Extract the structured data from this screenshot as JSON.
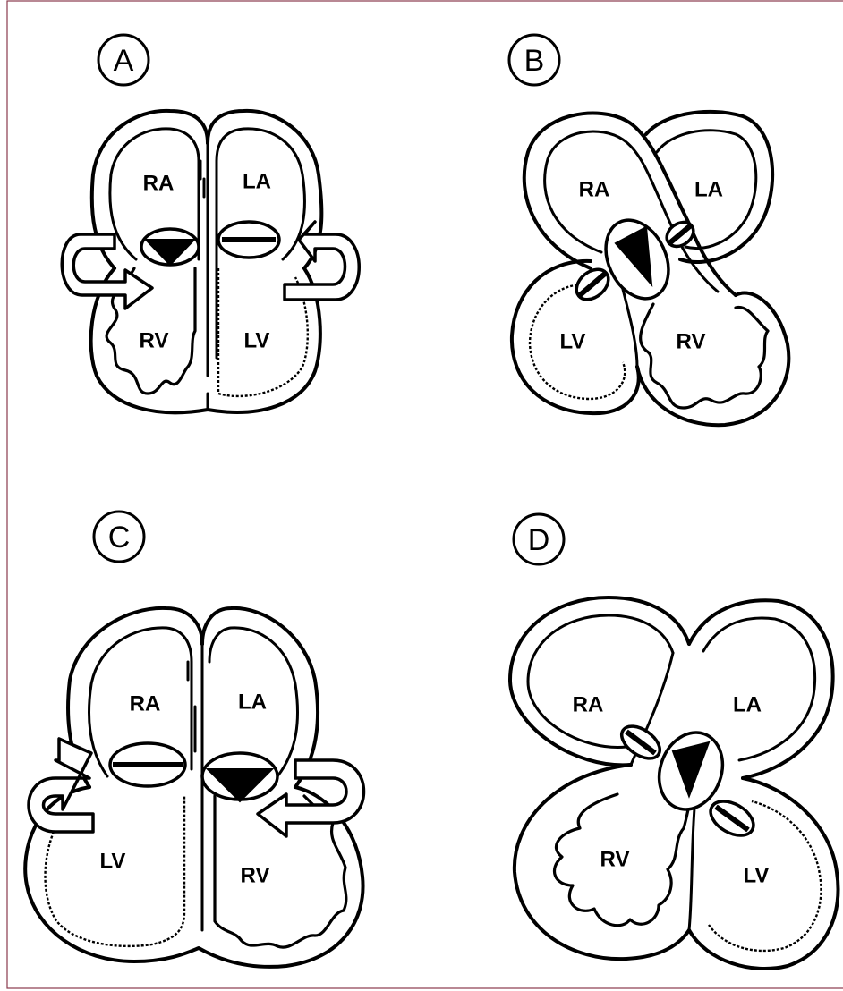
{
  "panels": [
    {
      "letter": "A",
      "labels": {
        "ra": "RA",
        "la": "LA",
        "rv": "RV",
        "lv": "LV"
      }
    },
    {
      "letter": "B",
      "labels": {
        "ra": "RA",
        "la": "LA",
        "lv": "LV",
        "rv": "RV"
      }
    },
    {
      "letter": "C",
      "labels": {
        "ra": "RA",
        "la": "LA",
        "lv": "LV",
        "rv": "RV"
      }
    },
    {
      "letter": "D",
      "labels": {
        "ra": "RA",
        "la": "LA",
        "rv": "RV",
        "lv": "LV"
      }
    }
  ]
}
